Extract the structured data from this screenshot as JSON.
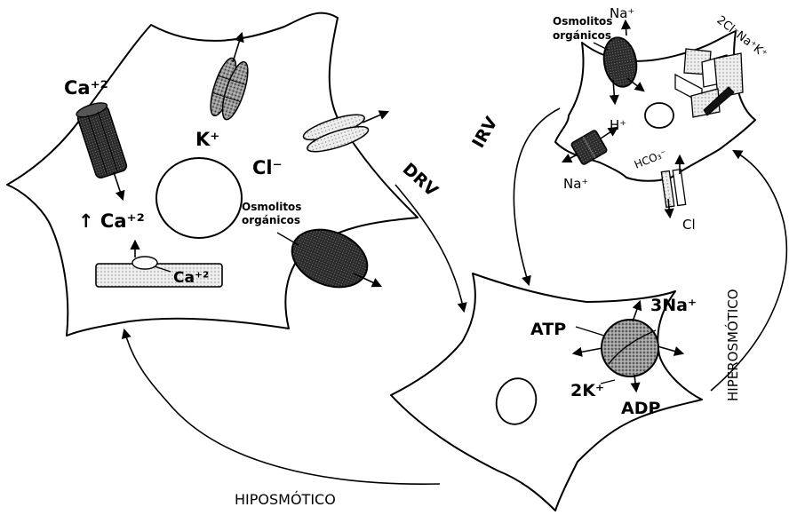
{
  "labels": {
    "osm_left_1": "Osmolitos",
    "osm_left_2": "orgánicos",
    "osm_right_1": "Osmolitos",
    "osm_right_2": "orgánicos",
    "ca_channel": "Ca⁺²",
    "ca_up": "↑ Ca⁺²",
    "ca_store": "Ca⁺²",
    "k": "K⁺",
    "cl_left": "Cl⁻",
    "na_top": "Na⁺",
    "h": "H⁺",
    "na_exchanger": "Na⁺",
    "hco3": "HCO₃⁻",
    "cl_right": "Cl",
    "nkcc": "2Cl⁻Na⁺K⁺",
    "atp": "ATP",
    "adp": "ADP",
    "three_na": "3Na⁺",
    "two_k": "2K⁺",
    "drv": "DRV",
    "irv": "IRV",
    "hipo": "HIPOSMÓTICO",
    "hiper": "HIPEROSMÓTICO"
  }
}
